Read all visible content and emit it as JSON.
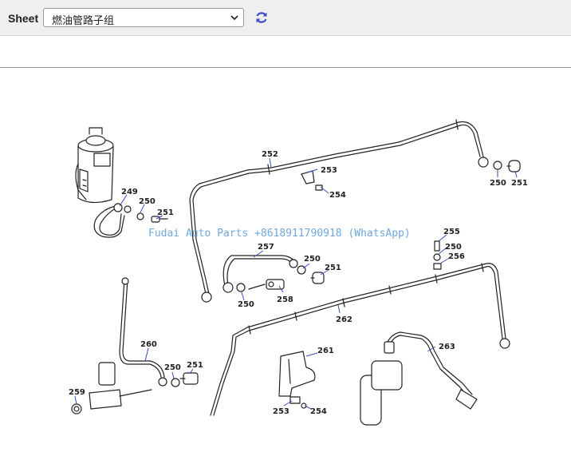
{
  "toolbar": {
    "sheet_label": "Sheet",
    "sheet_selected": "燃油管路子组",
    "refresh_icon": "refresh-icon",
    "accent_color": "#3a4fc4"
  },
  "diagram": {
    "watermark": "Fudai Auto Parts +8618911790918 (WhatsApp)",
    "callouts": {
      "c249": "249",
      "c250a": "250",
      "c251a": "251",
      "c252": "252",
      "c253a": "253",
      "c254a": "254",
      "c250b": "250",
      "c251b": "251",
      "c255": "255",
      "c250c": "250",
      "c256": "256",
      "c257": "257",
      "c250d": "250",
      "c251c": "251",
      "c250e": "250",
      "c258": "258",
      "c262": "262",
      "c260": "260",
      "c250f": "250",
      "c251d": "251",
      "c261": "261",
      "c263": "263",
      "c259": "259",
      "c253b": "253",
      "c254b": "254"
    }
  }
}
